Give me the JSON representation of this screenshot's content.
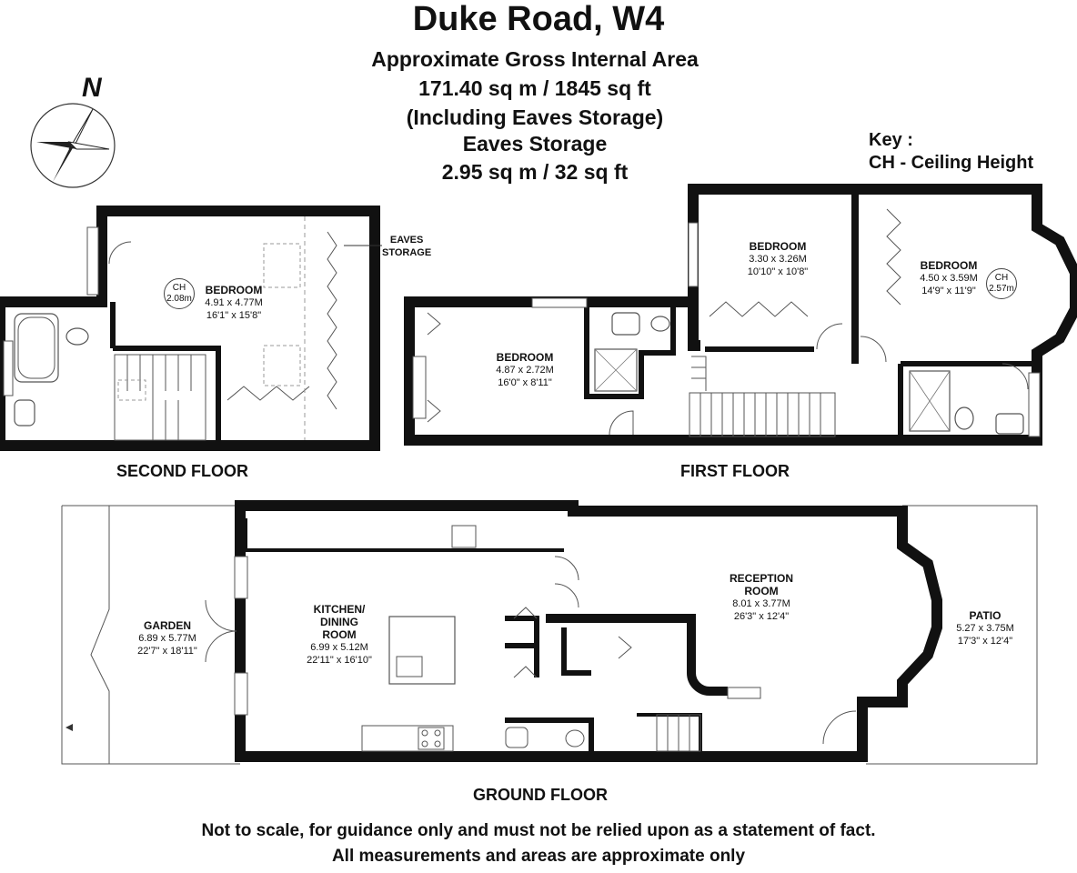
{
  "header": {
    "title": "Duke Road, W4",
    "area_lines": [
      "Approximate Gross Internal Area",
      "171.40 sq m / 1845 sq ft",
      "(Including Eaves Storage)",
      "Eaves Storage",
      "2.95 sq m / 32 sq ft"
    ]
  },
  "compass": {
    "label": "N",
    "icon": "compass-rose-icon"
  },
  "key": {
    "title": "Key :",
    "text": "CH - Ceiling Height"
  },
  "eaves_label": [
    "EAVES",
    "STORAGE"
  ],
  "rooms": {
    "second_bedroom": {
      "name": "BEDROOM",
      "metric": "4.91 x 4.77M",
      "imperial": "16'1\" x 15'8\""
    },
    "first_bedroom_left": {
      "name": "BEDROOM",
      "metric": "4.87 x 2.72M",
      "imperial": "16'0\" x 8'11\""
    },
    "first_bedroom_mid": {
      "name": "BEDROOM",
      "metric": "3.30 x 3.26M",
      "imperial": "10'10\" x 10'8\""
    },
    "first_bedroom_right": {
      "name": "BEDROOM",
      "metric": "4.50 x 3.59M",
      "imperial": "14'9\" x 11'9\""
    },
    "kitchen": {
      "name1": "KITCHEN/",
      "name2": "DINING",
      "name3": "ROOM",
      "metric": "6.99 x 5.12M",
      "imperial": "22'11\" x 16'10\""
    },
    "reception": {
      "name1": "RECEPTION",
      "name2": "ROOM",
      "metric": "8.01 x 3.77M",
      "imperial": "26'3\" x 12'4\""
    },
    "garden": {
      "name": "GARDEN",
      "metric": "6.89 x 5.77M",
      "imperial": "22'7\" x 18'11\""
    },
    "patio": {
      "name": "PATIO",
      "metric": "5.27 x 3.75M",
      "imperial": "17'3\" x 12'4\""
    }
  },
  "ceiling_heights": {
    "second": {
      "label": "CH",
      "value": "2.08m"
    },
    "first": {
      "label": "CH",
      "value": "2.57m"
    }
  },
  "floor_labels": {
    "second": "SECOND FLOOR",
    "first": "FIRST FLOOR",
    "ground": "GROUND FLOOR"
  },
  "disclaimer": [
    "Not to scale, for guidance only and must not be relied upon as a statement of fact.",
    "All measurements and areas are approximate only"
  ],
  "colors": {
    "wall": "#111111",
    "line": "#555555",
    "dashed": "#999999"
  }
}
